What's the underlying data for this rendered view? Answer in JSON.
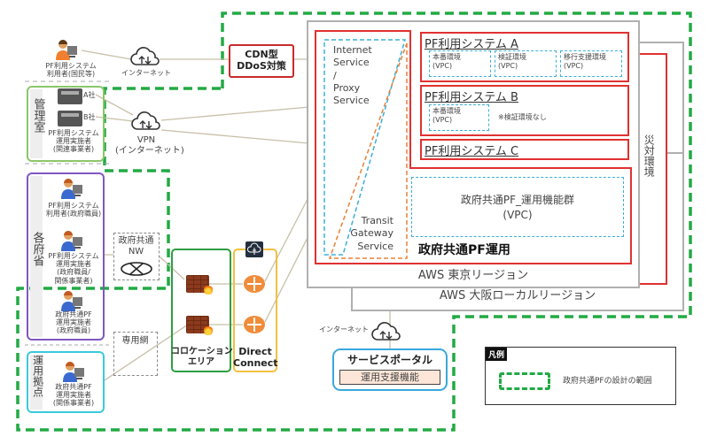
{
  "users": {
    "public_user": [
      "PF利用システム",
      "利用者(国民等)"
    ],
    "admin_room_label": "管理室",
    "company_a": "A社",
    "company_b": "B社",
    "admin_operator": [
      "PF利用システム",
      "運用実施者",
      "(関連事業者)"
    ],
    "ministries_label": "各府省",
    "gov_user": [
      "PF利用システム",
      "利用者(政府職員)"
    ],
    "gov_operator": [
      "PF利用システム",
      "運用実施者",
      "(政府職員/",
      "関係事業者)"
    ],
    "gov_pf_operator": [
      "政府共通PF",
      "運用実施者",
      "(政府職員)"
    ],
    "ops_base_label": "運用拠点",
    "ops_base_operator": [
      "政府共通PF",
      "運用実施者",
      "(関係事業者)"
    ]
  },
  "network": {
    "internet": "インターネット",
    "vpn": [
      "VPN",
      "(インターネット)"
    ],
    "gov_nw": [
      "政府共通",
      "NW"
    ],
    "dedicated": "専用網",
    "colocation": [
      "コロケーション",
      "エリア"
    ],
    "direct_connect": [
      "Direct",
      "Connect"
    ],
    "internet_bottom": "インターネット"
  },
  "cdn": [
    "CDN型",
    "DDoS対策"
  ],
  "aws": {
    "tokyo": "AWS 東京リージョン",
    "osaka": "AWS 大阪ローカルリージョン",
    "dr": "災対環境",
    "internet_service": [
      "Internet",
      "Service",
      "/",
      "Proxy",
      "Service"
    ],
    "transit": [
      "Transit",
      "Gateway",
      "Service"
    ],
    "system_a": {
      "title": "PF利用システム A",
      "envs": [
        [
          "本番環境",
          "(VPC)"
        ],
        [
          "検証環境",
          "(VPC)"
        ],
        [
          "移行支援環境",
          "(VPC)"
        ]
      ]
    },
    "system_b": {
      "title": "PF利用システム B",
      "envs": [
        [
          "本番環境",
          "(VPC)"
        ]
      ],
      "note": "※検証環境なし"
    },
    "system_c": {
      "title": "PF利用システム C"
    },
    "ops_group": [
      "政府共通PF_運用機能群",
      "(VPC)"
    ],
    "ops_title": "政府共通PF運用"
  },
  "portal": {
    "title": "サービスポータル",
    "function": "運用支援機能"
  },
  "legend": {
    "title": "凡例",
    "item": "政府共通PFの設計の範囲"
  },
  "colors": {
    "scope_green": "#22aa44",
    "aws_red": "#e03131",
    "vpc_blue": "#3ab0d8",
    "transit_orange": "#e8823a",
    "admin_green": "#8cc66a",
    "ministry_purple": "#7e57c2",
    "ops_cyan": "#3bc9db",
    "colocation_green": "#2f9e44",
    "dc_yellow": "#f0c040"
  }
}
